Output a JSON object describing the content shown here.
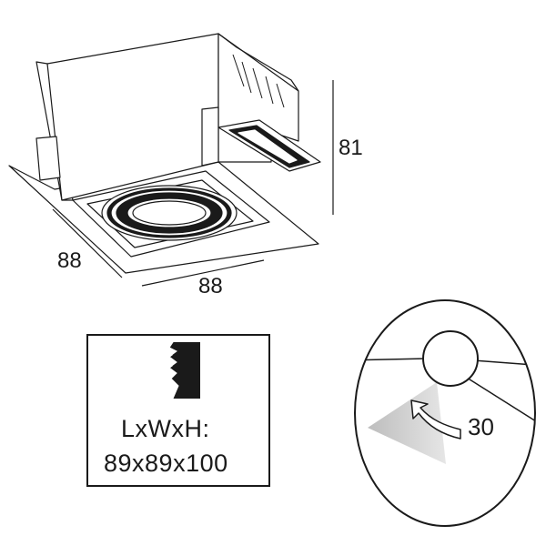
{
  "dimensions": {
    "height": "81",
    "depth": "88",
    "width": "88"
  },
  "cutout": {
    "label": "LxWxH:",
    "value": "89x89x100"
  },
  "tilt": {
    "angle": "30"
  }
}
